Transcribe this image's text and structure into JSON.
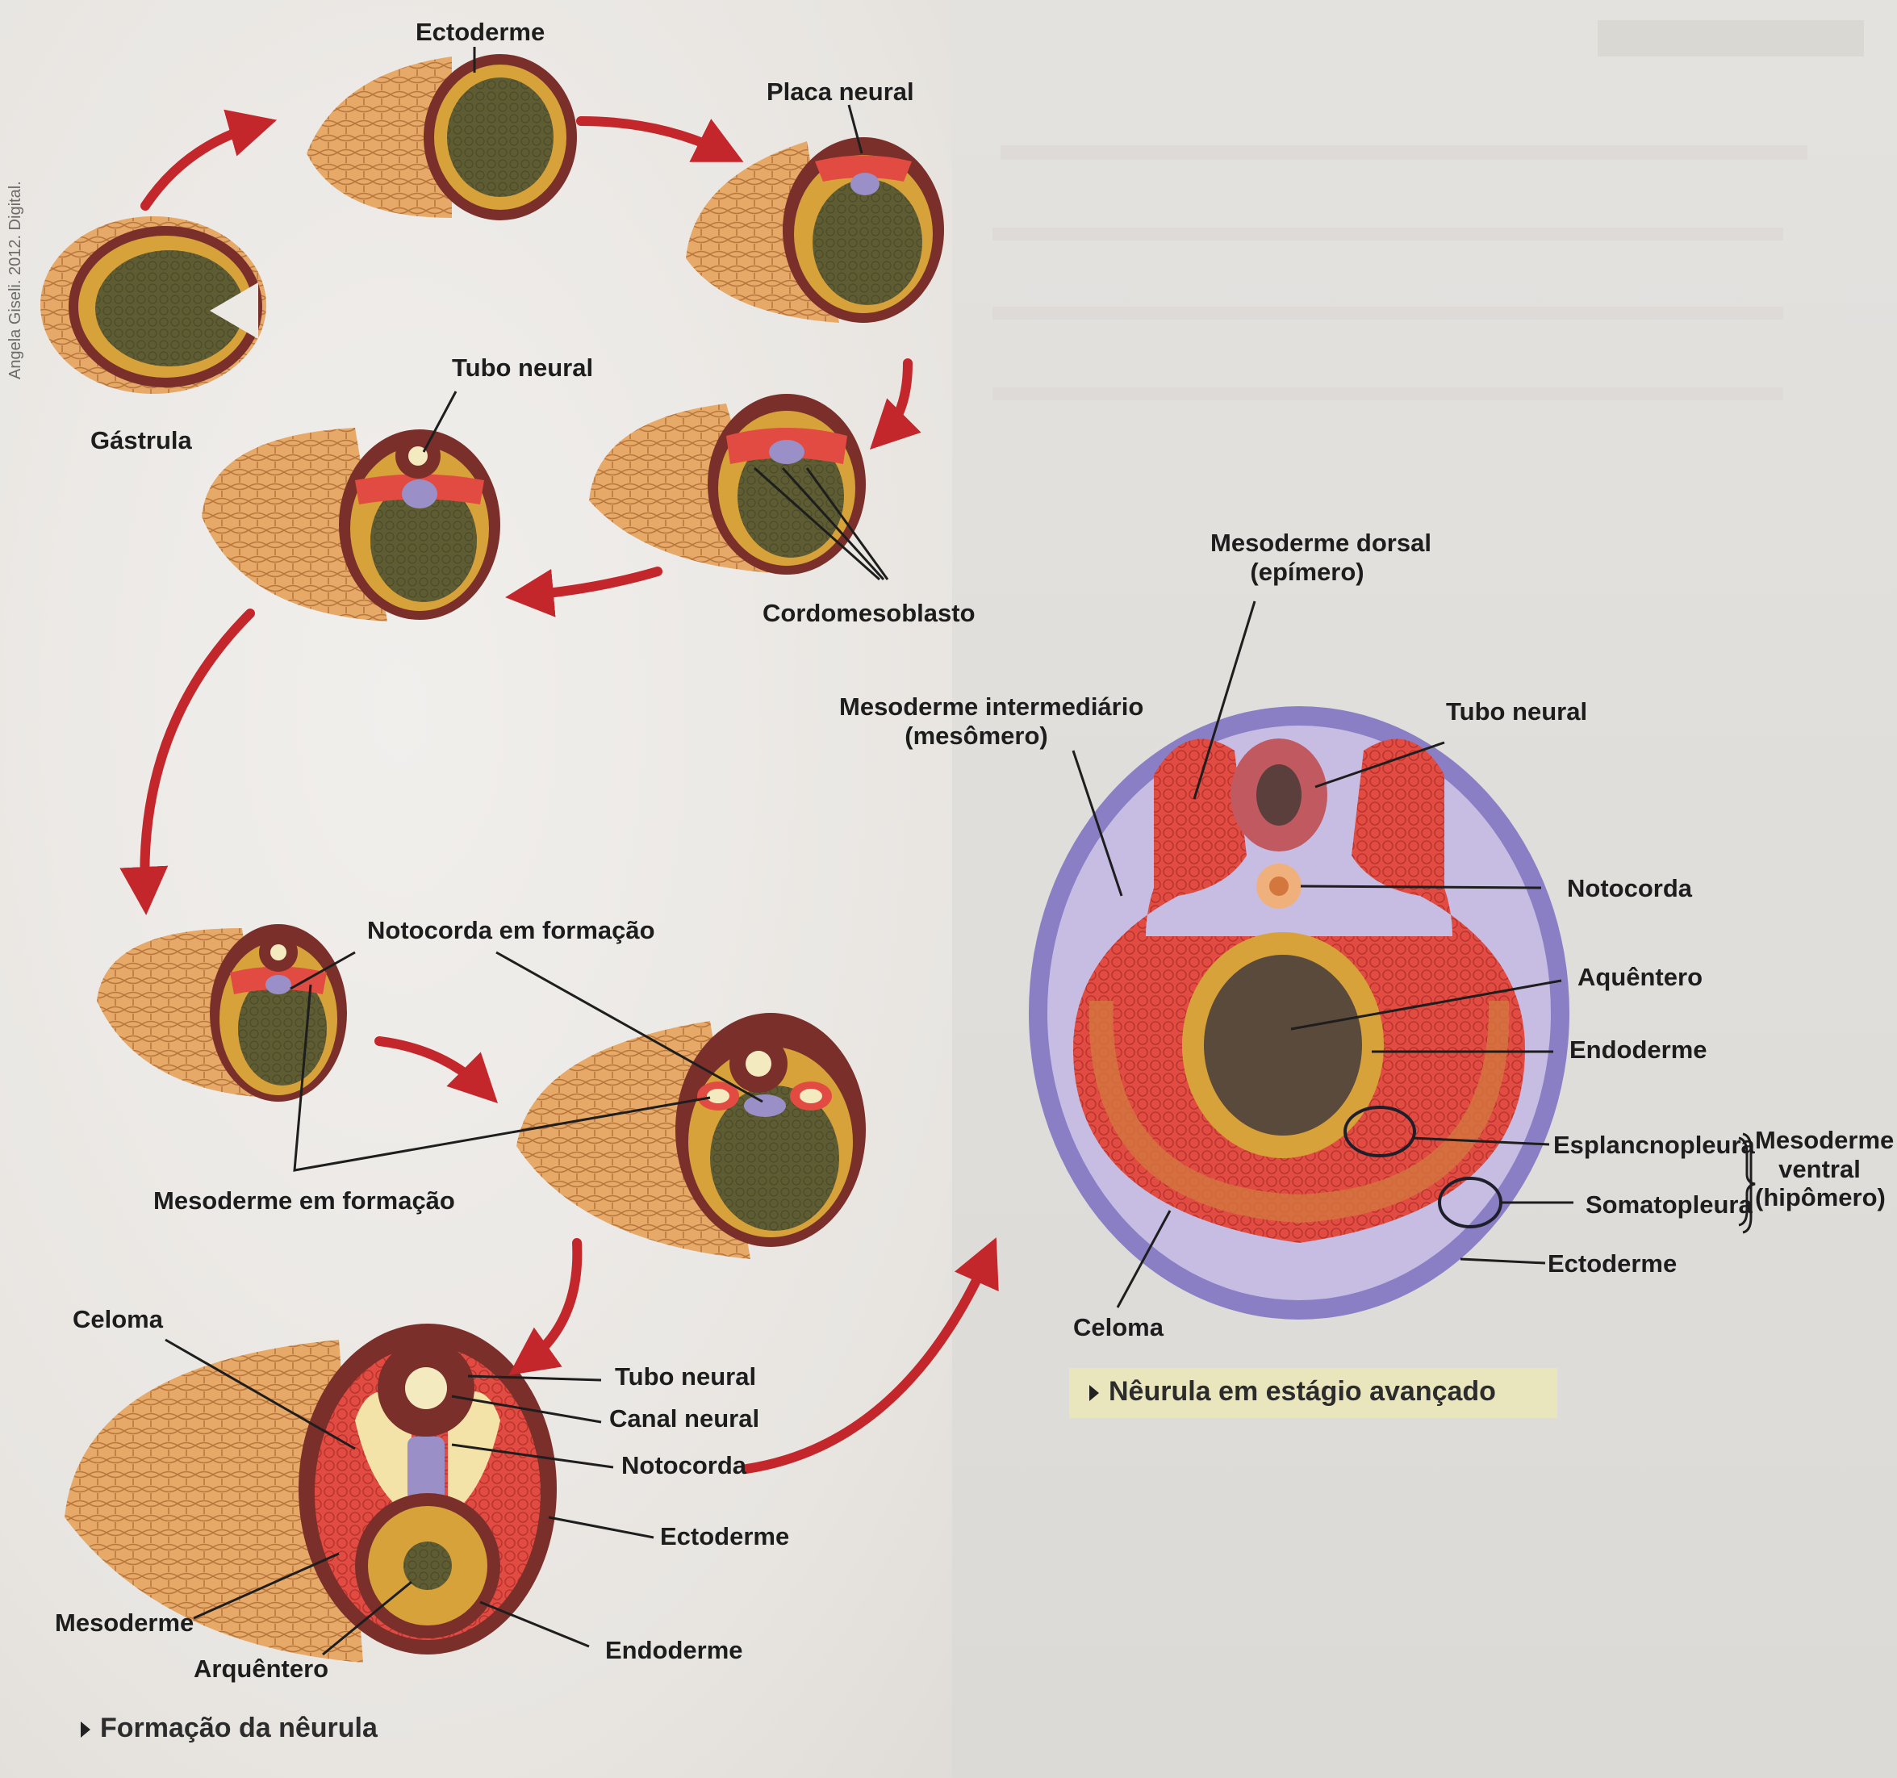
{
  "credit": "Angela Giseli. 2012. Digital.",
  "labels": {
    "ectoderme_top": "Ectoderme",
    "placa_neural": "Placa neural",
    "gastrula": "Gástrula",
    "tubo_neural_1": "Tubo neural",
    "cordomesoblasto": "Cordomesoblasto",
    "notocorda_em_formacao": "Notocorda em formação",
    "mesoderme_em_formacao": "Mesoderme em formação",
    "celoma_left": "Celoma",
    "tubo_neural_2": "Tubo neural",
    "canal_neural": "Canal neural",
    "notocorda_left": "Notocorda",
    "ectoderme_left": "Ectoderme",
    "mesoderme_left": "Mesoderme",
    "arquentero": "Arquêntero",
    "endoderme_left": "Endoderme",
    "mesoderme_dorsal": "Mesoderme dorsal",
    "epimero": "(epímero)",
    "mesoderme_intermediario": "Mesoderme intermediário",
    "mesomero": "(mesômero)",
    "tubo_neural_right": "Tubo neural",
    "notocorda_right": "Notocorda",
    "aquentero": "Aquêntero",
    "endoderme_right": "Endoderme",
    "esplancnopleura": "Esplancnopleura",
    "somatopleura": "Somatopleura",
    "mesoderme_ventral_1": "Mesoderme",
    "mesoderme_ventral_2": "ventral",
    "hipomero": "(hipômero)",
    "ectoderme_right": "Ectoderme",
    "celoma_right": "Celoma"
  },
  "captions": {
    "left": "Formação da nêurula",
    "right": "Nêurula em estágio avançado"
  },
  "colors": {
    "arrow": "#c3272b",
    "ectoderm_outer": "#e2a35e",
    "ectoderm_ring": "#7b2f2a",
    "mesoderm": "#e24b42",
    "endoderm": "#d8a23a",
    "yolk": "#5b5a33",
    "neural": "#9b8fc8",
    "outer_ring": "#8a7fc4"
  }
}
